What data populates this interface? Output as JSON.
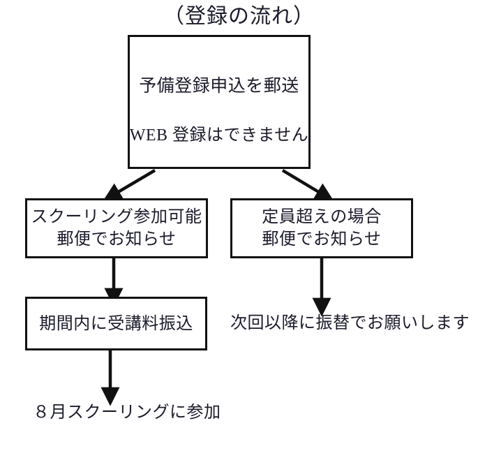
{
  "diagram": {
    "title": "（登録の流れ）",
    "type": "flowchart",
    "orientation": "top-down",
    "background_color": "#ffffff",
    "stroke_color": "#111111",
    "text_color": "#1b1b2b",
    "nodes": [
      {
        "id": "apply",
        "shape": "rectangle",
        "lines": [
          "予備登録申込を郵送",
          "WEB 登録はできません"
        ]
      },
      {
        "id": "accepted",
        "shape": "rectangle",
        "lines": [
          "スクーリング参加可能",
          "郵便でお知らせ"
        ]
      },
      {
        "id": "over_capacity",
        "shape": "rectangle",
        "lines": [
          "定員超えの場合",
          "郵便でお知らせ"
        ]
      },
      {
        "id": "payment",
        "shape": "rectangle",
        "lines": [
          "期間内に受講料振込"
        ]
      },
      {
        "id": "transfer",
        "shape": "plain-text",
        "lines": [
          "次回以降に振替でお願いします"
        ]
      },
      {
        "id": "attend",
        "shape": "plain-text",
        "lines": [
          "８月スクーリングに参加"
        ]
      }
    ],
    "edges": [
      {
        "id": "apply-to-accepted",
        "from": "apply",
        "to": "accepted",
        "style": "diagonal-arrow",
        "label": ""
      },
      {
        "id": "apply-to-over",
        "from": "apply",
        "to": "over_capacity",
        "style": "diagonal-arrow",
        "label": ""
      },
      {
        "id": "accepted-to-payment",
        "from": "accepted",
        "to": "payment",
        "style": "vertical-arrow",
        "label": ""
      },
      {
        "id": "over-to-transfer",
        "from": "over_capacity",
        "to": "transfer",
        "style": "vertical-arrow",
        "label": ""
      },
      {
        "id": "payment-to-attend",
        "from": "payment",
        "to": "attend",
        "style": "vertical-arrow",
        "label": ""
      }
    ]
  }
}
